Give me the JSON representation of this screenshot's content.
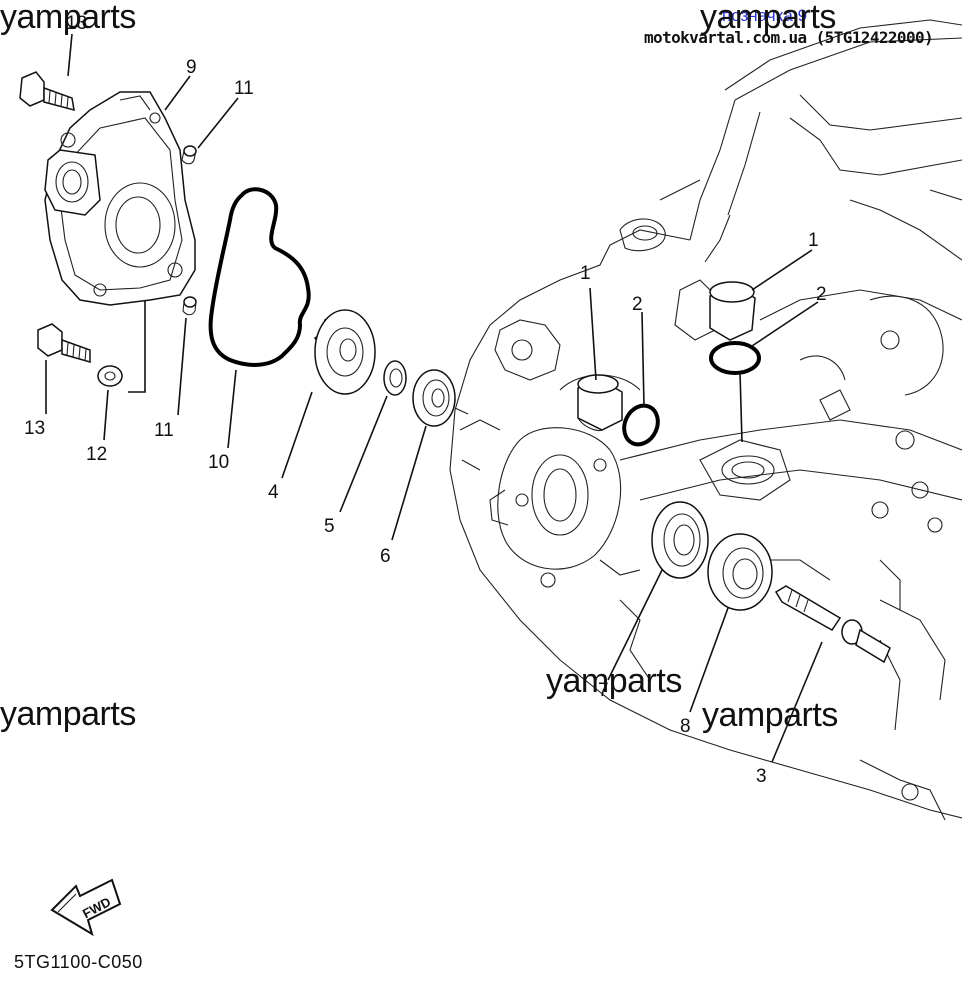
{
  "header": {
    "label": "позначка 9",
    "source": "motokvartal.com.ua (5TG12422000)"
  },
  "watermarks": [
    "yamparts",
    "yamparts",
    "yamparts",
    "yamparts",
    "yamparts"
  ],
  "diagram_code": "5TG1100-C050",
  "fwd_label": "FWD",
  "callouts": [
    {
      "id": "c13a",
      "text": "13"
    },
    {
      "id": "c9",
      "text": "9"
    },
    {
      "id": "c11a",
      "text": "11"
    },
    {
      "id": "c13b",
      "text": "13"
    },
    {
      "id": "c12",
      "text": "12"
    },
    {
      "id": "c11b",
      "text": "11"
    },
    {
      "id": "c10",
      "text": "10"
    },
    {
      "id": "c4",
      "text": "4"
    },
    {
      "id": "c5",
      "text": "5"
    },
    {
      "id": "c6",
      "text": "6"
    },
    {
      "id": "c1a",
      "text": "1"
    },
    {
      "id": "c2a",
      "text": "2"
    },
    {
      "id": "c1b",
      "text": "1"
    },
    {
      "id": "c2b",
      "text": "2"
    },
    {
      "id": "c7",
      "text": "7"
    },
    {
      "id": "c8",
      "text": "8"
    },
    {
      "id": "c3",
      "text": "3"
    }
  ],
  "colors": {
    "ink": "#111111",
    "header_label": "#2a35d8",
    "background": "#ffffff"
  }
}
